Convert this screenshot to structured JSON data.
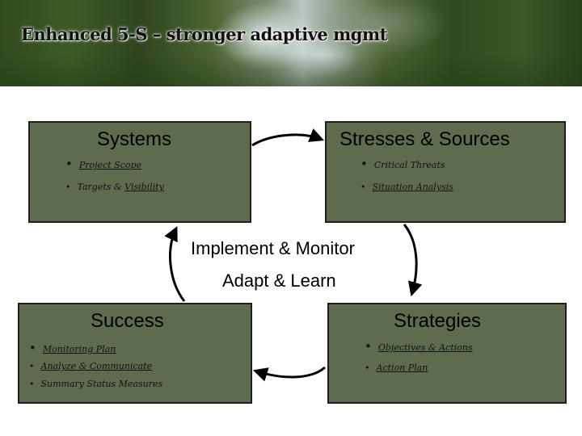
{
  "title": "Enhanced 5-S – stronger adaptive mgmt",
  "boxes": {
    "systems": {
      "title": "Systems",
      "items": [
        "Project Scope",
        "Targets & Visibility"
      ]
    },
    "stresses": {
      "title": "Stresses & Sources",
      "items": [
        "Critical Threats",
        "Situation Analysis"
      ]
    },
    "success": {
      "title": "Success",
      "items": [
        "Monitoring Plan",
        "Analyze & Communicate",
        "Summary Status Measures"
      ]
    },
    "strategies": {
      "title": "Strategies",
      "items": [
        "Objectives & Actions",
        "Action Plan"
      ]
    }
  },
  "center": {
    "line1": "Implement & Monitor",
    "line2": "Adapt & Learn"
  },
  "colors": {
    "box_fill": "#5f6b4f",
    "box_border": "#1e1e1e",
    "arrow": "#000000"
  }
}
